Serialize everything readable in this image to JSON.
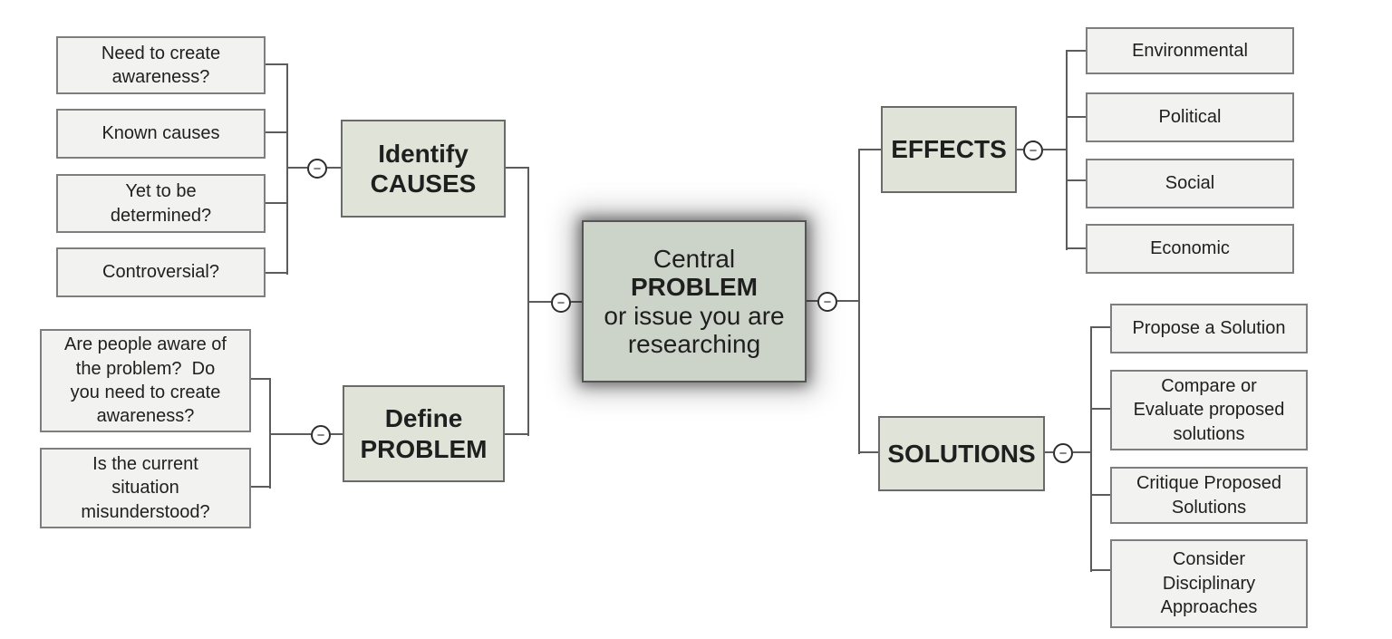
{
  "colors": {
    "leaf_fill": "#f2f2f0",
    "leaf_border": "#7e7e7e",
    "topic_fill": "#dfe3d8",
    "topic_border": "#6a6a6a",
    "central_fill": "#ccd3c8",
    "central_border": "#555555",
    "connector": "#5c5c5c",
    "text": "#1f1f1f"
  },
  "central": {
    "title_top": "Central",
    "title_main": "PROBLEM",
    "subtitle": "or issue you are researching"
  },
  "branches": {
    "causes": {
      "topic": "Identify\nCAUSES",
      "leaves": [
        "Need to create\nawareness?",
        "Known causes",
        "Yet to be\ndetermined?",
        "Controversial?"
      ]
    },
    "problem": {
      "topic": "Define\nPROBLEM",
      "leaves": [
        "Are people aware of\nthe problem?  Do\nyou need to create\nawareness?",
        "Is the current\nsituation\nmisunderstood?"
      ]
    },
    "effects": {
      "topic": "EFFECTS",
      "leaves": [
        "Environmental",
        "Political",
        "Social",
        "Economic"
      ]
    },
    "solutions": {
      "topic": "SOLUTIONS",
      "leaves": [
        "Propose a Solution",
        "Compare or\nEvaluate proposed\nsolutions",
        "Critique Proposed\nSolutions",
        "Consider\nDisciplinary\nApproaches"
      ]
    }
  },
  "toggle": {
    "symbol": "−"
  }
}
